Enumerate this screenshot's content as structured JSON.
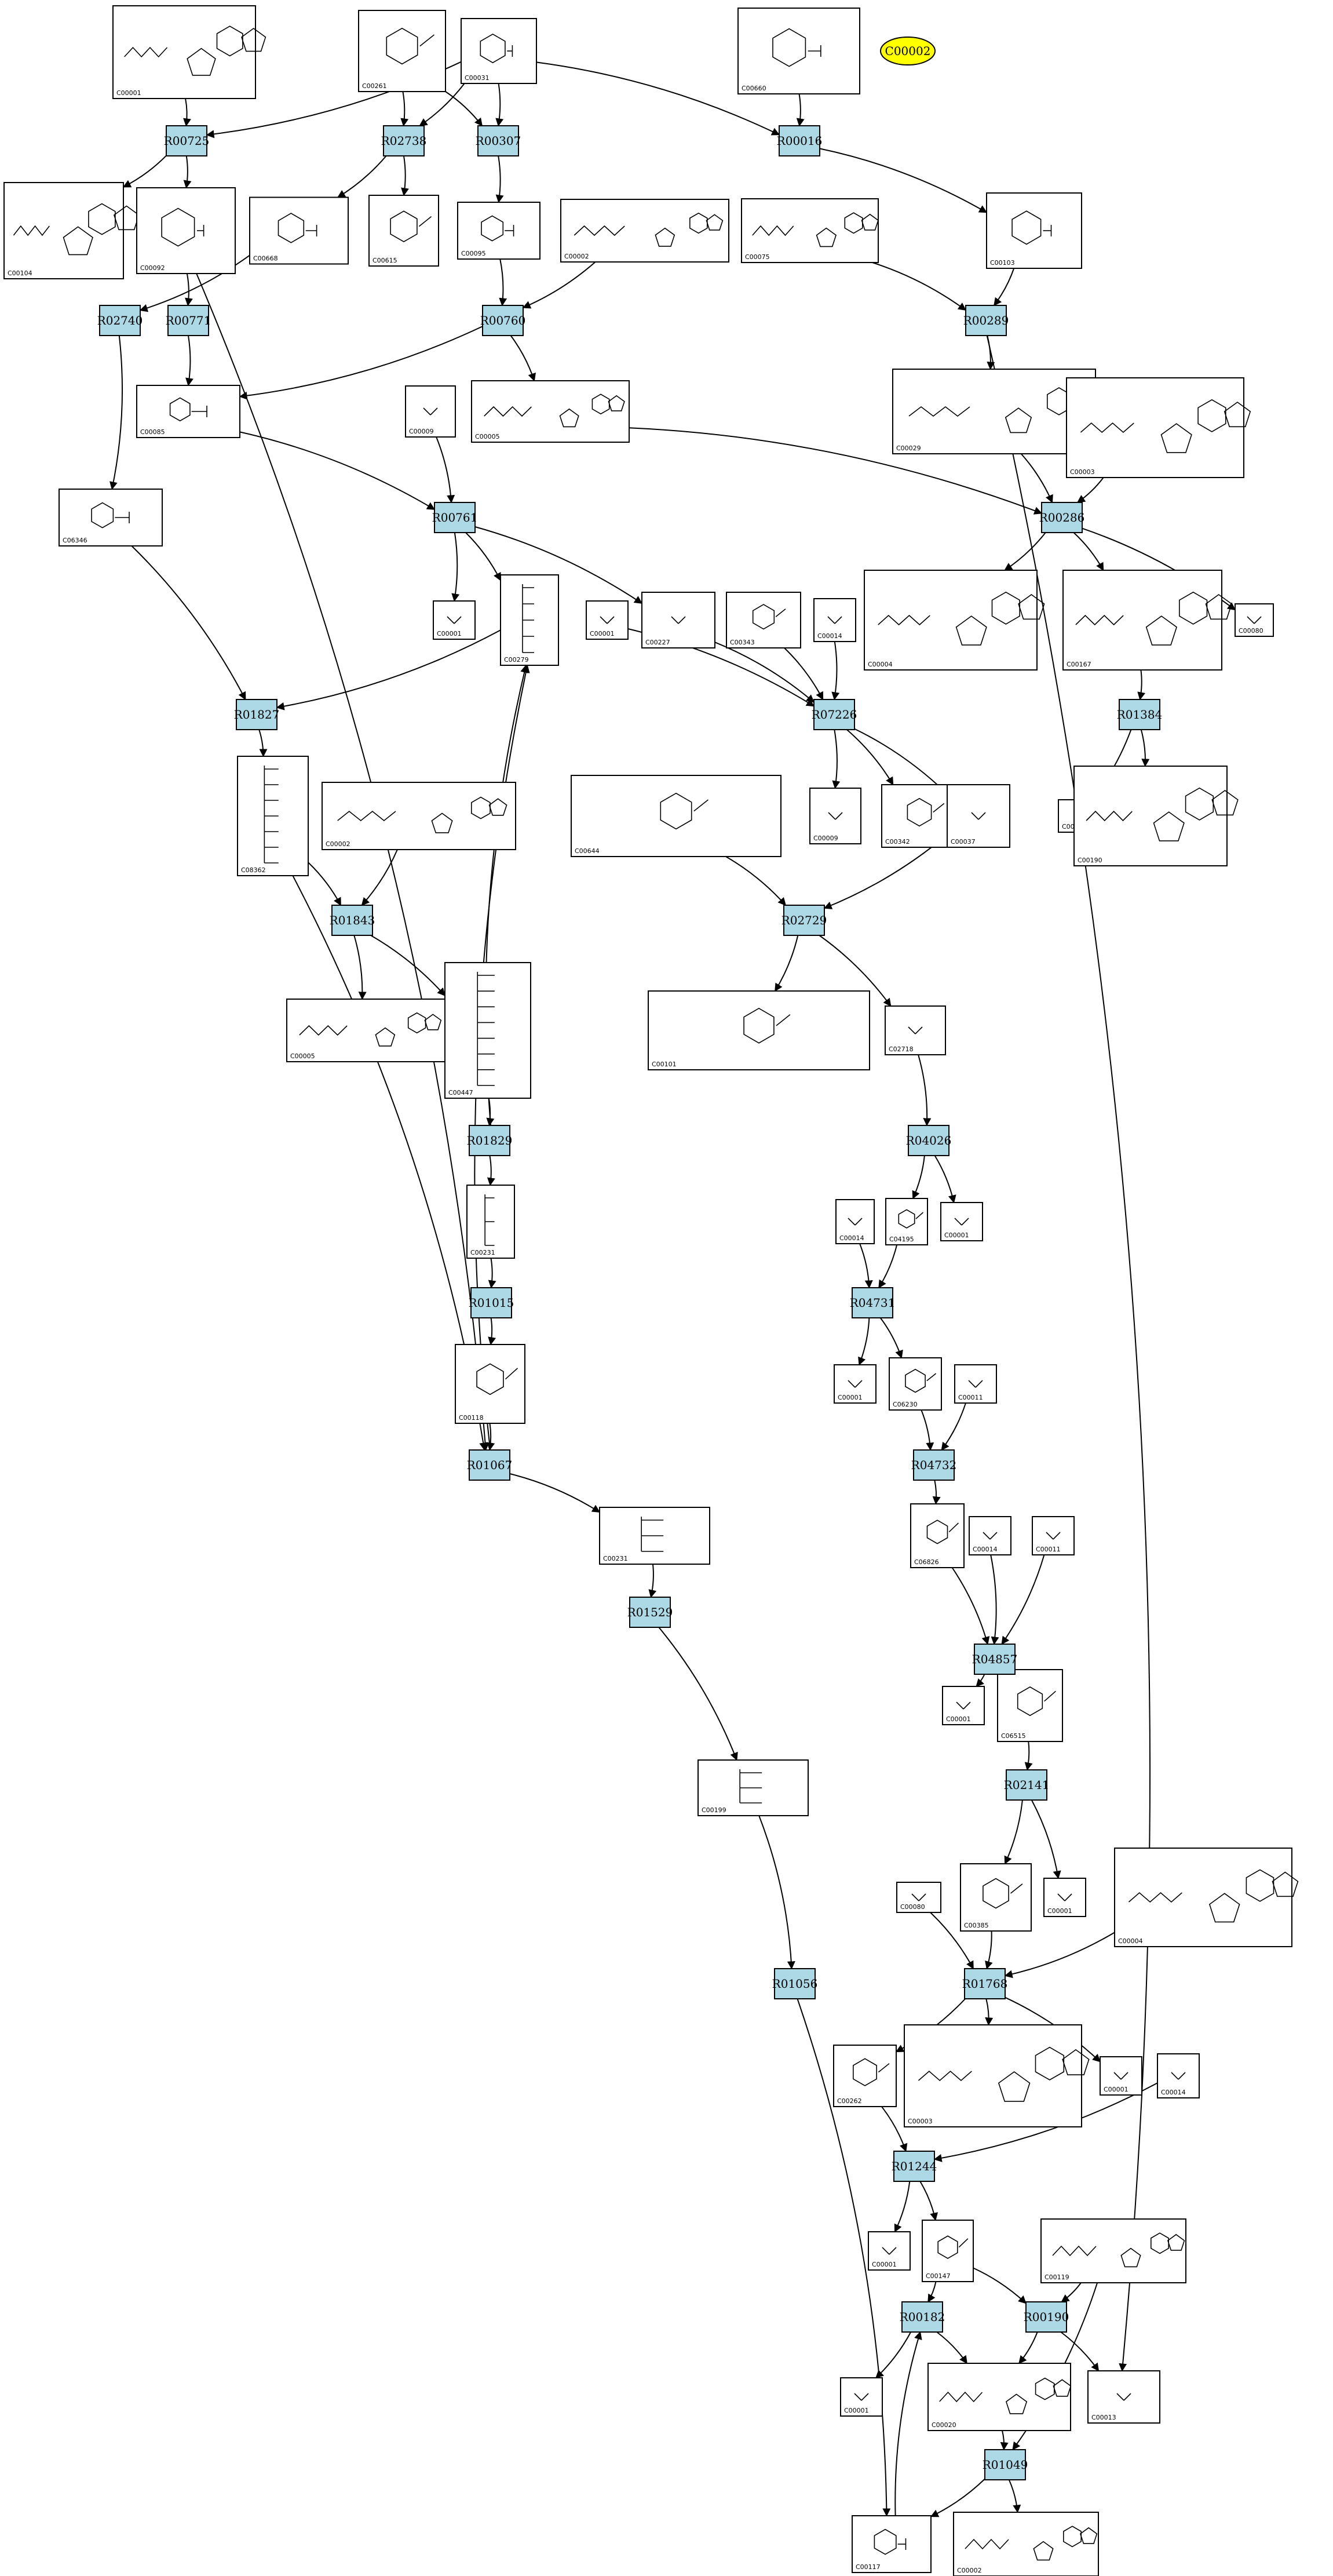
{
  "highlight": {
    "id": "C00002"
  },
  "reactions": [
    "R00725",
    "R02738",
    "R00307",
    "R00016",
    "R02740",
    "R00771",
    "R00760",
    "R00289",
    "R00761",
    "R00286",
    "R01827",
    "R07226",
    "R01384",
    "R01843",
    "R02729",
    "R01829",
    "R04026",
    "R01015",
    "R04731",
    "R01067",
    "R04732",
    "R01529",
    "R04857",
    "R02141",
    "R01056",
    "R01768",
    "R01244",
    "R00182",
    "R00190",
    "R01049"
  ],
  "compounds": [
    {
      "id": "C00001",
      "label": "C00001"
    },
    {
      "id": "C00261",
      "label": "C00261"
    },
    {
      "id": "C00031",
      "label": "C00031"
    },
    {
      "id": "C00660",
      "label": "C00660"
    },
    {
      "id": "C00104",
      "label": "C00104"
    },
    {
      "id": "C00092",
      "label": "C00092"
    },
    {
      "id": "C00668",
      "label": "C00668"
    },
    {
      "id": "C00615",
      "label": "C00615"
    },
    {
      "id": "C00095",
      "label": "C00095"
    },
    {
      "id": "C00002",
      "label": "C00002"
    },
    {
      "id": "C00075",
      "label": "C00075"
    },
    {
      "id": "C00103",
      "label": "C00103"
    },
    {
      "id": "C00085",
      "label": "C00085"
    },
    {
      "id": "C00005",
      "label": "C00005"
    },
    {
      "id": "C00009",
      "label": "C00009"
    },
    {
      "id": "C00029",
      "label": "C00029"
    },
    {
      "id": "C00003",
      "label": "C00003"
    },
    {
      "id": "C06346",
      "label": "C06346"
    },
    {
      "id": "C00001",
      "label": "C00001"
    },
    {
      "id": "C00279",
      "label": "C00279"
    },
    {
      "id": "C00001",
      "label": "C00001"
    },
    {
      "id": "C00227",
      "label": "C00227"
    },
    {
      "id": "C00343",
      "label": "C00343"
    },
    {
      "id": "C00014",
      "label": "C00014"
    },
    {
      "id": "C00004",
      "label": "C00004"
    },
    {
      "id": "C00167",
      "label": "C00167"
    },
    {
      "id": "C00080",
      "label": "C00080"
    },
    {
      "id": "C08362",
      "label": "C08362"
    },
    {
      "id": "C00002",
      "label": "C00002"
    },
    {
      "id": "C00644",
      "label": "C00644"
    },
    {
      "id": "C00009",
      "label": "C00009"
    },
    {
      "id": "C00342",
      "label": "C00342"
    },
    {
      "id": "C00037",
      "label": "C00037"
    },
    {
      "id": "C00011",
      "label": "C00011"
    },
    {
      "id": "C00190",
      "label": "C00190"
    },
    {
      "id": "C00005",
      "label": "C00005"
    },
    {
      "id": "C00447",
      "label": "C00447"
    },
    {
      "id": "C00101",
      "label": "C00101"
    },
    {
      "id": "C02718",
      "label": "C02718"
    },
    {
      "id": "C00014",
      "label": "C00014"
    },
    {
      "id": "C04195",
      "label": "C04195"
    },
    {
      "id": "C00001",
      "label": "C00001"
    },
    {
      "id": "C00231",
      "label": "C00231"
    },
    {
      "id": "C00001",
      "label": "C00001"
    },
    {
      "id": "C06230",
      "label": "C06230"
    },
    {
      "id": "C00011",
      "label": "C00011"
    },
    {
      "id": "C00118",
      "label": "C00118"
    },
    {
      "id": "C00231",
      "label": "C00231"
    },
    {
      "id": "C00014",
      "label": "C00014"
    },
    {
      "id": "C00011",
      "label": "C00011"
    },
    {
      "id": "C06826",
      "label": "C06826"
    },
    {
      "id": "C00001",
      "label": "C00001"
    },
    {
      "id": "C06515",
      "label": "C06515"
    },
    {
      "id": "C00199",
      "label": "C00199"
    },
    {
      "id": "C00080",
      "label": "C00080"
    },
    {
      "id": "C00385",
      "label": "C00385"
    },
    {
      "id": "C00001",
      "label": "C00001"
    },
    {
      "id": "C00004",
      "label": "C00004"
    },
    {
      "id": "C00262",
      "label": "C00262"
    },
    {
      "id": "C00003",
      "label": "C00003"
    },
    {
      "id": "C00001",
      "label": "C00001"
    },
    {
      "id": "C00014",
      "label": "C00014"
    },
    {
      "id": "C00001",
      "label": "C00001"
    },
    {
      "id": "C00147",
      "label": "C00147"
    },
    {
      "id": "C00119",
      "label": "C00119"
    },
    {
      "id": "C00001",
      "label": "C00001"
    },
    {
      "id": "C00020",
      "label": "C00020"
    },
    {
      "id": "C00013",
      "label": "C00013"
    },
    {
      "id": "C00117",
      "label": "C00117"
    },
    {
      "id": "C00002",
      "label": "C00002"
    }
  ]
}
